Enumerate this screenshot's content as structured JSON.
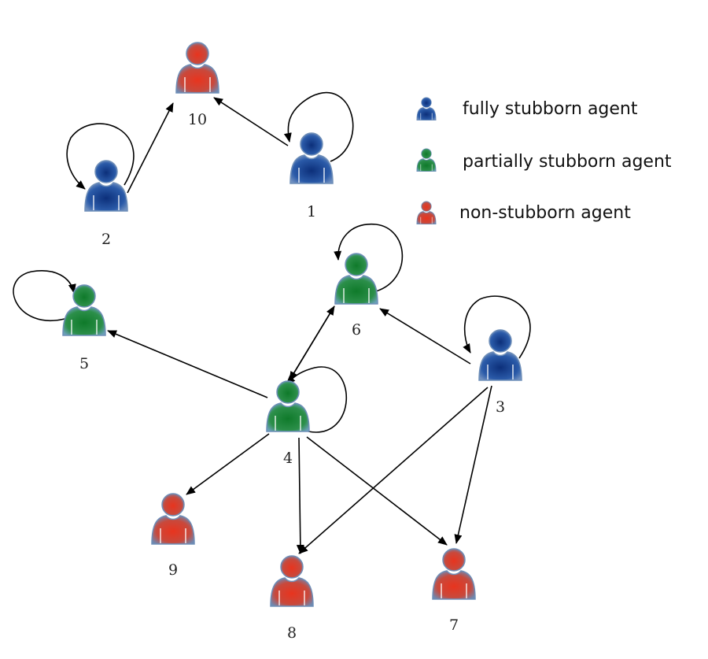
{
  "legend": {
    "fully": "fully stubborn agent",
    "partially": "partially stubborn agent",
    "non": "non-stubborn agent"
  },
  "colors": {
    "fully": "#1f4f9a",
    "partially": "#1f8a3a",
    "non": "#d8392b",
    "outline": "#6f8fb8"
  },
  "nodes": [
    {
      "id": "1",
      "label": "1",
      "type": "fully"
    },
    {
      "id": "2",
      "label": "2",
      "type": "fully"
    },
    {
      "id": "3",
      "label": "3",
      "type": "fully"
    },
    {
      "id": "4",
      "label": "4",
      "type": "partially"
    },
    {
      "id": "5",
      "label": "5",
      "type": "partially"
    },
    {
      "id": "6",
      "label": "6",
      "type": "partially"
    },
    {
      "id": "7",
      "label": "7",
      "type": "non"
    },
    {
      "id": "8",
      "label": "8",
      "type": "non"
    },
    {
      "id": "9",
      "label": "9",
      "type": "non"
    },
    {
      "id": "10",
      "label": "10",
      "type": "non"
    }
  ],
  "edges": [
    {
      "from": "1",
      "to": "10"
    },
    {
      "from": "2",
      "to": "10"
    },
    {
      "from": "3",
      "to": "6"
    },
    {
      "from": "3",
      "to": "7"
    },
    {
      "from": "3",
      "to": "8"
    },
    {
      "from": "4",
      "to": "5"
    },
    {
      "from": "4",
      "to": "6"
    },
    {
      "from": "6",
      "to": "4"
    },
    {
      "from": "4",
      "to": "7"
    },
    {
      "from": "4",
      "to": "8"
    },
    {
      "from": "4",
      "to": "9"
    }
  ],
  "self_loops": [
    "1",
    "2",
    "3",
    "4",
    "5",
    "6"
  ]
}
